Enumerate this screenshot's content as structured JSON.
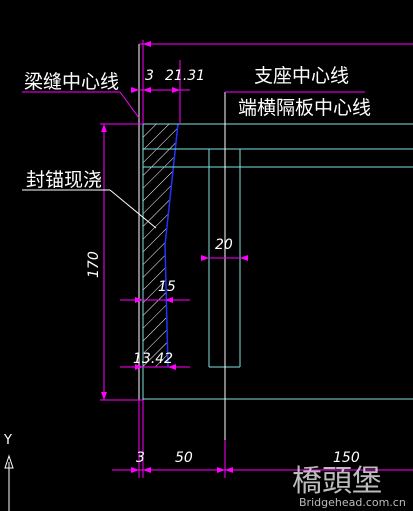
{
  "labels": {
    "beam_gap_centerline": "梁缝中心线",
    "support_centerline": "支座中心线",
    "end_diaphragm_centerline": "端横隔板中心线",
    "sealed_anchor_cast": "封锚现浇"
  },
  "dimensions": {
    "top_3": "3",
    "top_21_31": "21.31",
    "height_170": "170",
    "width_20": "20",
    "width_15": "15",
    "width_13_42": "13.42",
    "bottom_3": "3",
    "bottom_50": "50",
    "bottom_150": "150"
  },
  "ucs": {
    "y_axis_label": "Y"
  },
  "watermark": {
    "logo_text": "橋頭堡",
    "site": "Bridgehead.com.cn"
  },
  "colors": {
    "background": "#000000",
    "dimension": "#ff00ff",
    "outline": "#7fe0e0",
    "hatch": "#ffffff",
    "cast_edge": "#2233ff",
    "centerline": "#ffffff"
  }
}
